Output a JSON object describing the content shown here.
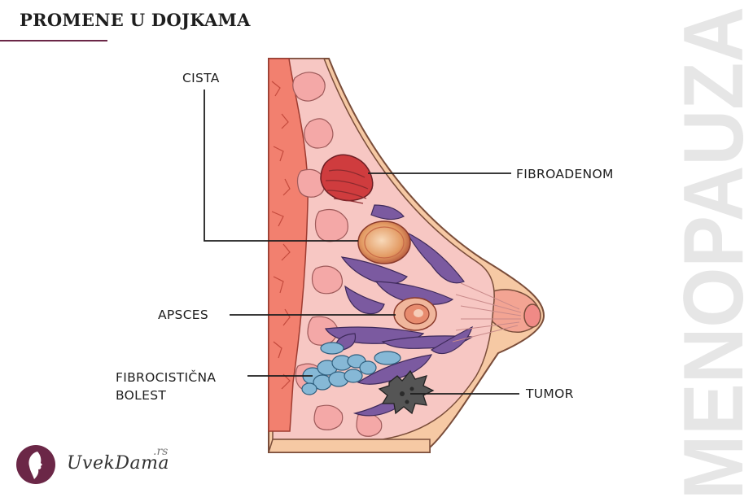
{
  "header": {
    "title": "PROMENE U DOJKAMA"
  },
  "side_label": {
    "text": "MENOPAUZA"
  },
  "labels": {
    "cista": "CISTA",
    "fibroadenom": "FIBROADENOM",
    "apsces": "APSCES",
    "fibrocisticna_line1": "FIBROCISTIČNA",
    "fibrocisticna_line2": "BOLEST",
    "tumor": "TUMOR"
  },
  "logo": {
    "name": "UvekDama",
    "tld": ".rs"
  },
  "colors": {
    "accent": "#6b2747",
    "side_text": "#e6e6e6",
    "muscle": "#f2806f",
    "tissue": "#f7c7c3",
    "lobule": "#f4a8a7",
    "skin": "#f6c9a4",
    "duct": "#7b5aa0",
    "cyst": "#d97a47",
    "fibroadenoma": "#cf3c3e",
    "fibrocystic": "#86b8d6",
    "tumor": "#555555"
  }
}
